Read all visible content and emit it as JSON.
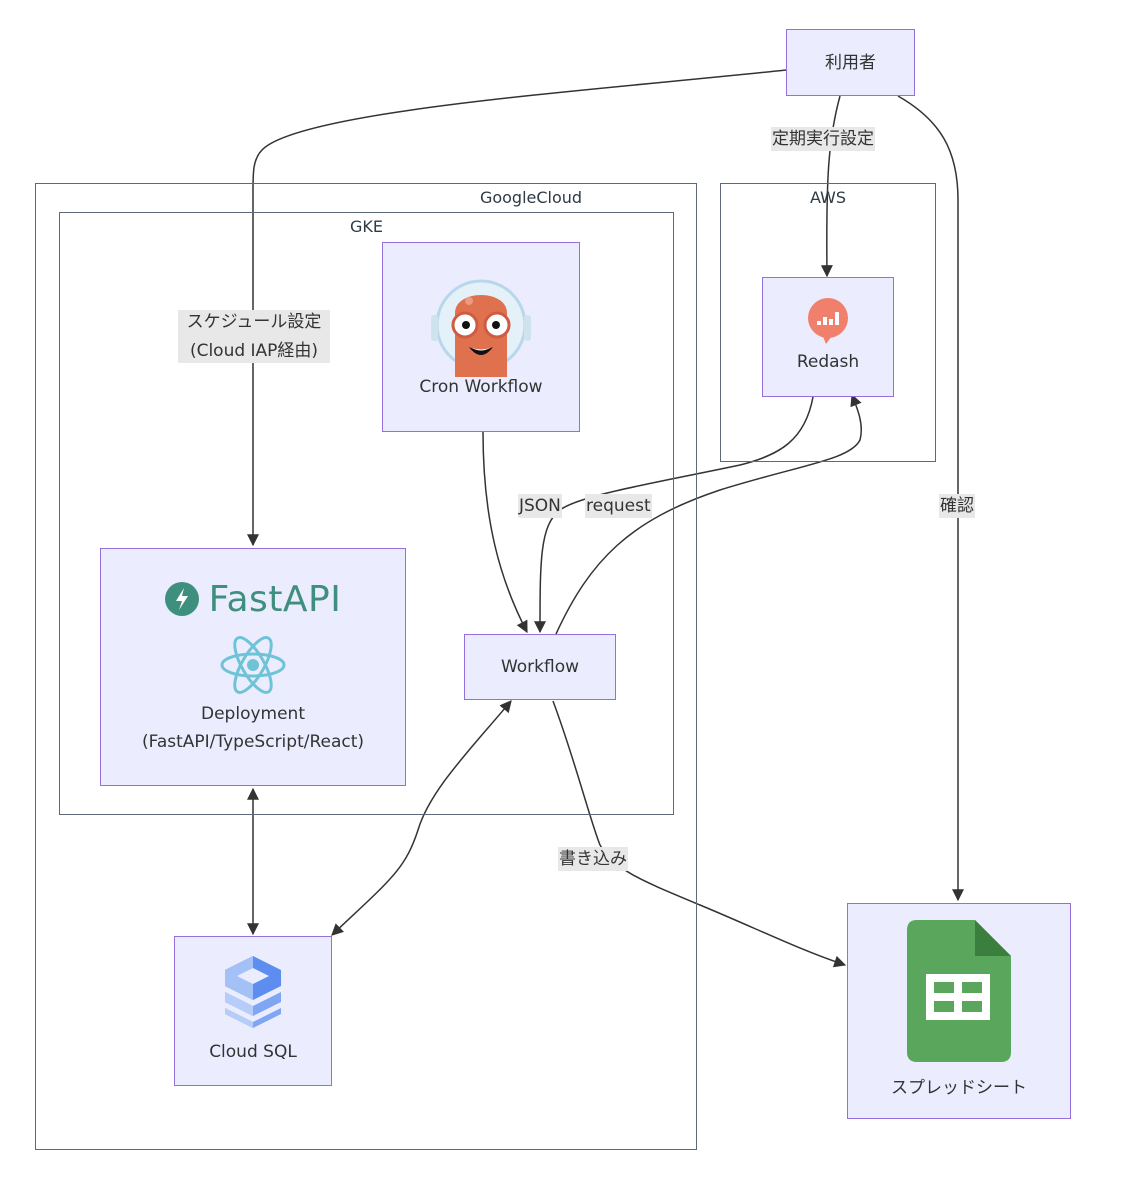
{
  "clusters": {
    "google_cloud": {
      "title": "GoogleCloud"
    },
    "gke": {
      "title": "GKE"
    },
    "aws": {
      "title": "AWS"
    }
  },
  "nodes": {
    "user": {
      "label": "利用者"
    },
    "cron_workflow": {
      "label": "Cron Workflow",
      "icon": "argo-mascot-icon"
    },
    "redash": {
      "label": "Redash",
      "icon": "redash-icon"
    },
    "deployment": {
      "brand": "FastAPI",
      "label_line1": "Deployment",
      "label_line2": "(FastAPI/TypeScript/React)",
      "icons": [
        "fastapi-icon",
        "react-icon"
      ]
    },
    "workflow": {
      "label": "Workflow"
    },
    "cloud_sql": {
      "label": "Cloud SQL",
      "icon": "cloud-sql-icon"
    },
    "spreadsheet": {
      "label": "スプレッドシート",
      "icon": "google-sheets-icon"
    }
  },
  "edges": [
    {
      "from": "user",
      "to": "deployment",
      "label_line1": "スケジュール設定",
      "label_line2": "(Cloud IAP経由)",
      "direction": "forward"
    },
    {
      "from": "user",
      "to": "redash",
      "label": "定期実行設定",
      "direction": "forward"
    },
    {
      "from": "user",
      "to": "spreadsheet",
      "label": "確認",
      "direction": "forward"
    },
    {
      "from": "cron_workflow",
      "to": "workflow",
      "label": "",
      "direction": "forward"
    },
    {
      "from": "redash",
      "to": "workflow",
      "label": "JSON",
      "direction": "forward"
    },
    {
      "from": "workflow",
      "to": "redash",
      "label": "request",
      "direction": "forward"
    },
    {
      "from": "deployment",
      "to": "cloud_sql",
      "label": "",
      "direction": "both"
    },
    {
      "from": "workflow",
      "to": "cloud_sql",
      "label": "",
      "direction": "both"
    },
    {
      "from": "workflow",
      "to": "spreadsheet",
      "label": "書き込み",
      "direction": "forward"
    }
  ],
  "colors": {
    "node_fill": "#ececff",
    "node_stroke": "#9370db",
    "cluster_stroke": "#5e6a77",
    "edge": "#333333",
    "edge_label_bg": "#e8e8e8",
    "argo_orange": "#e0714f",
    "redash_coral": "#f0806c",
    "fastapi_teal": "#3f8f7e",
    "react_blue": "#6ec3d6",
    "sql_blue": "#5c8def",
    "sheets_green": "#59a65c"
  }
}
